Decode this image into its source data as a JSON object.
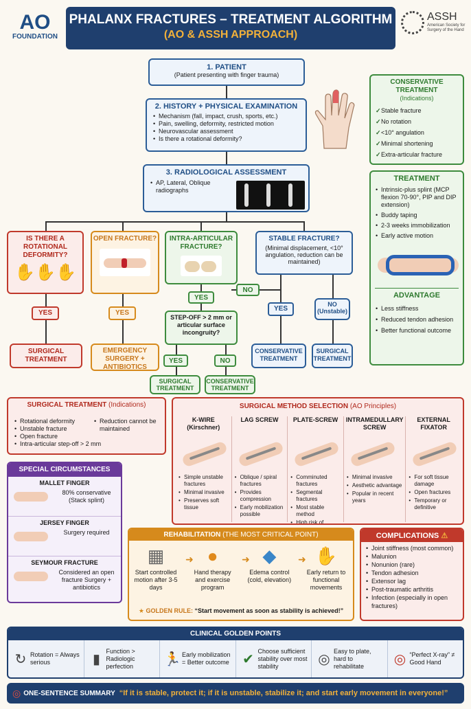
{
  "logo_ao": {
    "line1": "AO",
    "line2": "FOUNDATION"
  },
  "title": {
    "line1": "PHALANX FRACTURES – TREATMENT ALGORITHM",
    "line2": "(AO & ASSH APPROACH)"
  },
  "logo_assh": {
    "name": "ASSH",
    "sub": "American Society for Surgery of the Hand"
  },
  "step1": {
    "title": "1. PATIENT",
    "text": "(Patient presenting with finger trauma)"
  },
  "step2": {
    "title": "2. HISTORY + PHYSICAL EXAMINATION",
    "items": [
      "Mechanism (fall, impact, crush, sports, etc.)",
      "Pain, swelling, deformity, restricted motion",
      "Neurovascular assessment",
      "Is there a rotational deformity?"
    ]
  },
  "step3": {
    "title": "3. RADIOLOGICAL ASSESSMENT",
    "items": [
      "AP, Lateral, Oblique radiographs"
    ]
  },
  "q_rot": {
    "title": "IS THERE A ROTATIONAL DEFORMITY?",
    "yes": "YES",
    "result": "SURGICAL TREATMENT"
  },
  "q_open": {
    "title": "OPEN FRACTURE?",
    "yes": "YES",
    "result": "EMERGENCY SURGERY + ANTIBIOTICS"
  },
  "q_intra": {
    "title": "INTRA-ARTICULAR FRACTURE?",
    "yes": "YES",
    "no": "NO",
    "step": "STEP-OFF > 2 mm or articular surface incongruity?",
    "yes2": "YES",
    "no2": "NO",
    "res_yes": "SURGICAL TREATMENT",
    "res_no": "CONSERVATIVE TREATMENT"
  },
  "q_stable": {
    "title": "STABLE FRACTURE?",
    "text": "(Minimal displacement, <10° angulation, reduction can be maintained)",
    "yes": "YES",
    "no": "NO (Unstable)",
    "res_yes": "CONSERVATIVE TREATMENT",
    "res_no": "SURGICAL TREATMENT"
  },
  "conservative": {
    "title": "CONSERVATIVE TREATMENT",
    "subtitle": "(Indications)",
    "items": [
      "Stable fracture",
      "No rotation",
      "<10° angulation",
      "Minimal shortening",
      "Extra-articular fracture"
    ],
    "treat_title": "TREATMENT",
    "treat_items": [
      "Intrinsic-plus splint (MCP flexion 70-90°, PIP and DIP extension)",
      "Buddy taping",
      "2-3 weeks immobilization",
      "Early active motion"
    ],
    "adv_title": "ADVANTAGE",
    "adv_items": [
      "Less stiffness",
      "Reduced tendon adhesion",
      "Better functional outcome"
    ]
  },
  "surg_ind": {
    "title": "SURGICAL TREATMENT",
    "subtitle": "(Indications)",
    "col1": [
      "Rotational deformity",
      "Unstable fracture",
      "Open fracture",
      "Intra-articular step-off > 2 mm"
    ],
    "col2": [
      "Reduction cannot be maintained"
    ]
  },
  "method": {
    "title": "SURGICAL METHOD SELECTION",
    "subtitle": "(AO Principles)",
    "cols": [
      {
        "name": "K-WIRE (Kirschner)",
        "items": [
          "Simple unstable fractures",
          "Minimal invasive",
          "Preserves soft tissue"
        ]
      },
      {
        "name": "LAG SCREW",
        "items": [
          "Oblique / spiral fractures",
          "Provides compression",
          "Early mobilization possible"
        ]
      },
      {
        "name": "PLATE-SCREW",
        "items": [
          "Comminuted fractures",
          "Segmental fractures",
          "Most stable method",
          "High risk of tendon irritation"
        ]
      },
      {
        "name": "INTRAMEDULLARY SCREW",
        "items": [
          "Minimal invasive",
          "Aesthetic advantage",
          "Popular in recent years"
        ]
      },
      {
        "name": "EXTERNAL FIXATOR",
        "items": [
          "For soft tissue damage",
          "Open fractures",
          "Temporary or definitive"
        ]
      }
    ]
  },
  "special": {
    "title": "SPECIAL CIRCUMSTANCES",
    "rows": [
      {
        "name": "MALLET FINGER",
        "text": "80% conservative (Stack splint)"
      },
      {
        "name": "JERSEY FINGER",
        "text": "Surgery required"
      },
      {
        "name": "SEYMOUR FRACTURE",
        "text": "Considered an open fracture Surgery + antibiotics"
      }
    ]
  },
  "rehab": {
    "title": "REHABILITATION",
    "subtitle": "(THE MOST CRITICAL POINT)",
    "steps": [
      "Start controlled motion after 3-5 days",
      "Hand therapy and exercise program",
      "Edema control (cold, elevation)",
      "Early return to functional movements"
    ],
    "golden_label": "GOLDEN RULE:",
    "golden_text": "“Start movement as soon as stability is achieved!”"
  },
  "complications": {
    "title": "COMPLICATIONS",
    "items": [
      "Joint stiffness (most common)",
      "Malunion",
      "Nonunion (rare)",
      "Tendon adhesion",
      "Extensor lag",
      "Post-traumatic arthritis",
      "Infection (especially in open fractures)"
    ]
  },
  "golden": {
    "title": "CLINICAL GOLDEN POINTS",
    "items": [
      "Rotation = Always serious",
      "Function > Radiologic perfection",
      "Early mobilization = Better outcome",
      "Choose sufficient stability over most stability",
      "Easy to plate, hard to rehabilitate",
      "“Perfect X-ray” ≠ Good Hand"
    ]
  },
  "summary": {
    "label": "ONE-SENTENCE SUMMARY",
    "text": "“If it is stable, protect it; if it is unstable, stabilize it; and start early movement in everyone!”"
  },
  "colors": {
    "navy": "#1f3f6e",
    "red": "#c0392b",
    "orange": "#d68a1c",
    "green": "#3d8b3d",
    "blue": "#2b5d97"
  }
}
